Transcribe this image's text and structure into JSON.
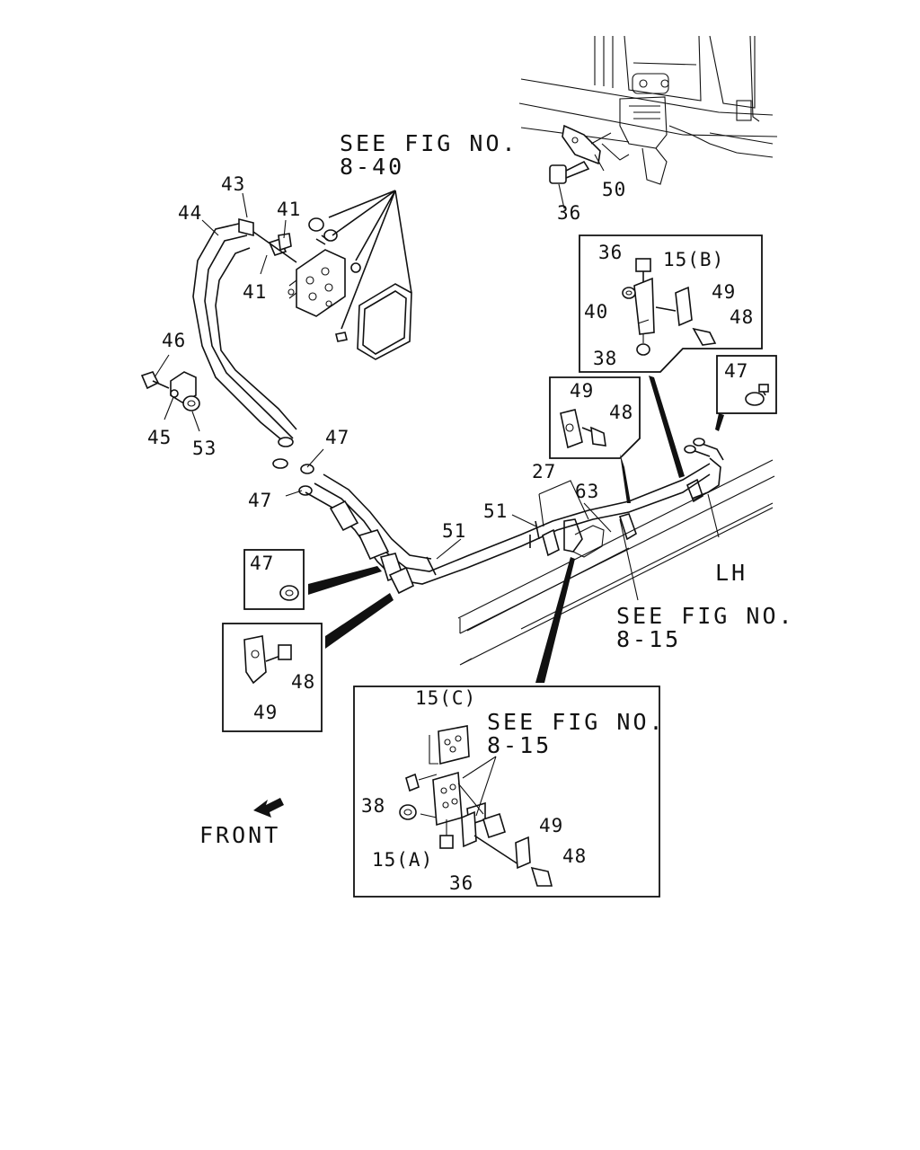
{
  "refs": {
    "see_840": [
      "SEE FIG NO.",
      "8-40"
    ],
    "see_815_a": [
      "SEE FIG NO.",
      "8-15"
    ],
    "see_815_b": [
      "SEE FIG NO.",
      "8-15"
    ],
    "front": "FRONT",
    "lh": "LH"
  },
  "callouts": {
    "c43": "43",
    "c44": "44",
    "c41a": "41",
    "c41b": "41",
    "c46": "46",
    "c45": "45",
    "c53": "53",
    "c47a": "47",
    "c47b": "47",
    "c36top": "36",
    "c50": "50",
    "c51a": "51",
    "c51b": "51",
    "c27": "27",
    "c63": "63"
  },
  "inset_b": {
    "c36": "36",
    "c15b": "15(B)",
    "c49": "49",
    "c40": "40",
    "c48": "48",
    "c38": "38"
  },
  "inset_clip": {
    "c47": "47"
  },
  "inset_clamp": {
    "c49": "49",
    "c48": "48"
  },
  "inset_left_clip": {
    "c47": "47"
  },
  "inset_left_clamp": {
    "c48": "48",
    "c49": "49"
  },
  "inset_c": {
    "c15c": "15(C)",
    "c38": "38",
    "c15a": "15(A)",
    "c36": "36",
    "c49": "49",
    "c48": "48"
  },
  "icons": [
    "front-arrow-icon"
  ]
}
